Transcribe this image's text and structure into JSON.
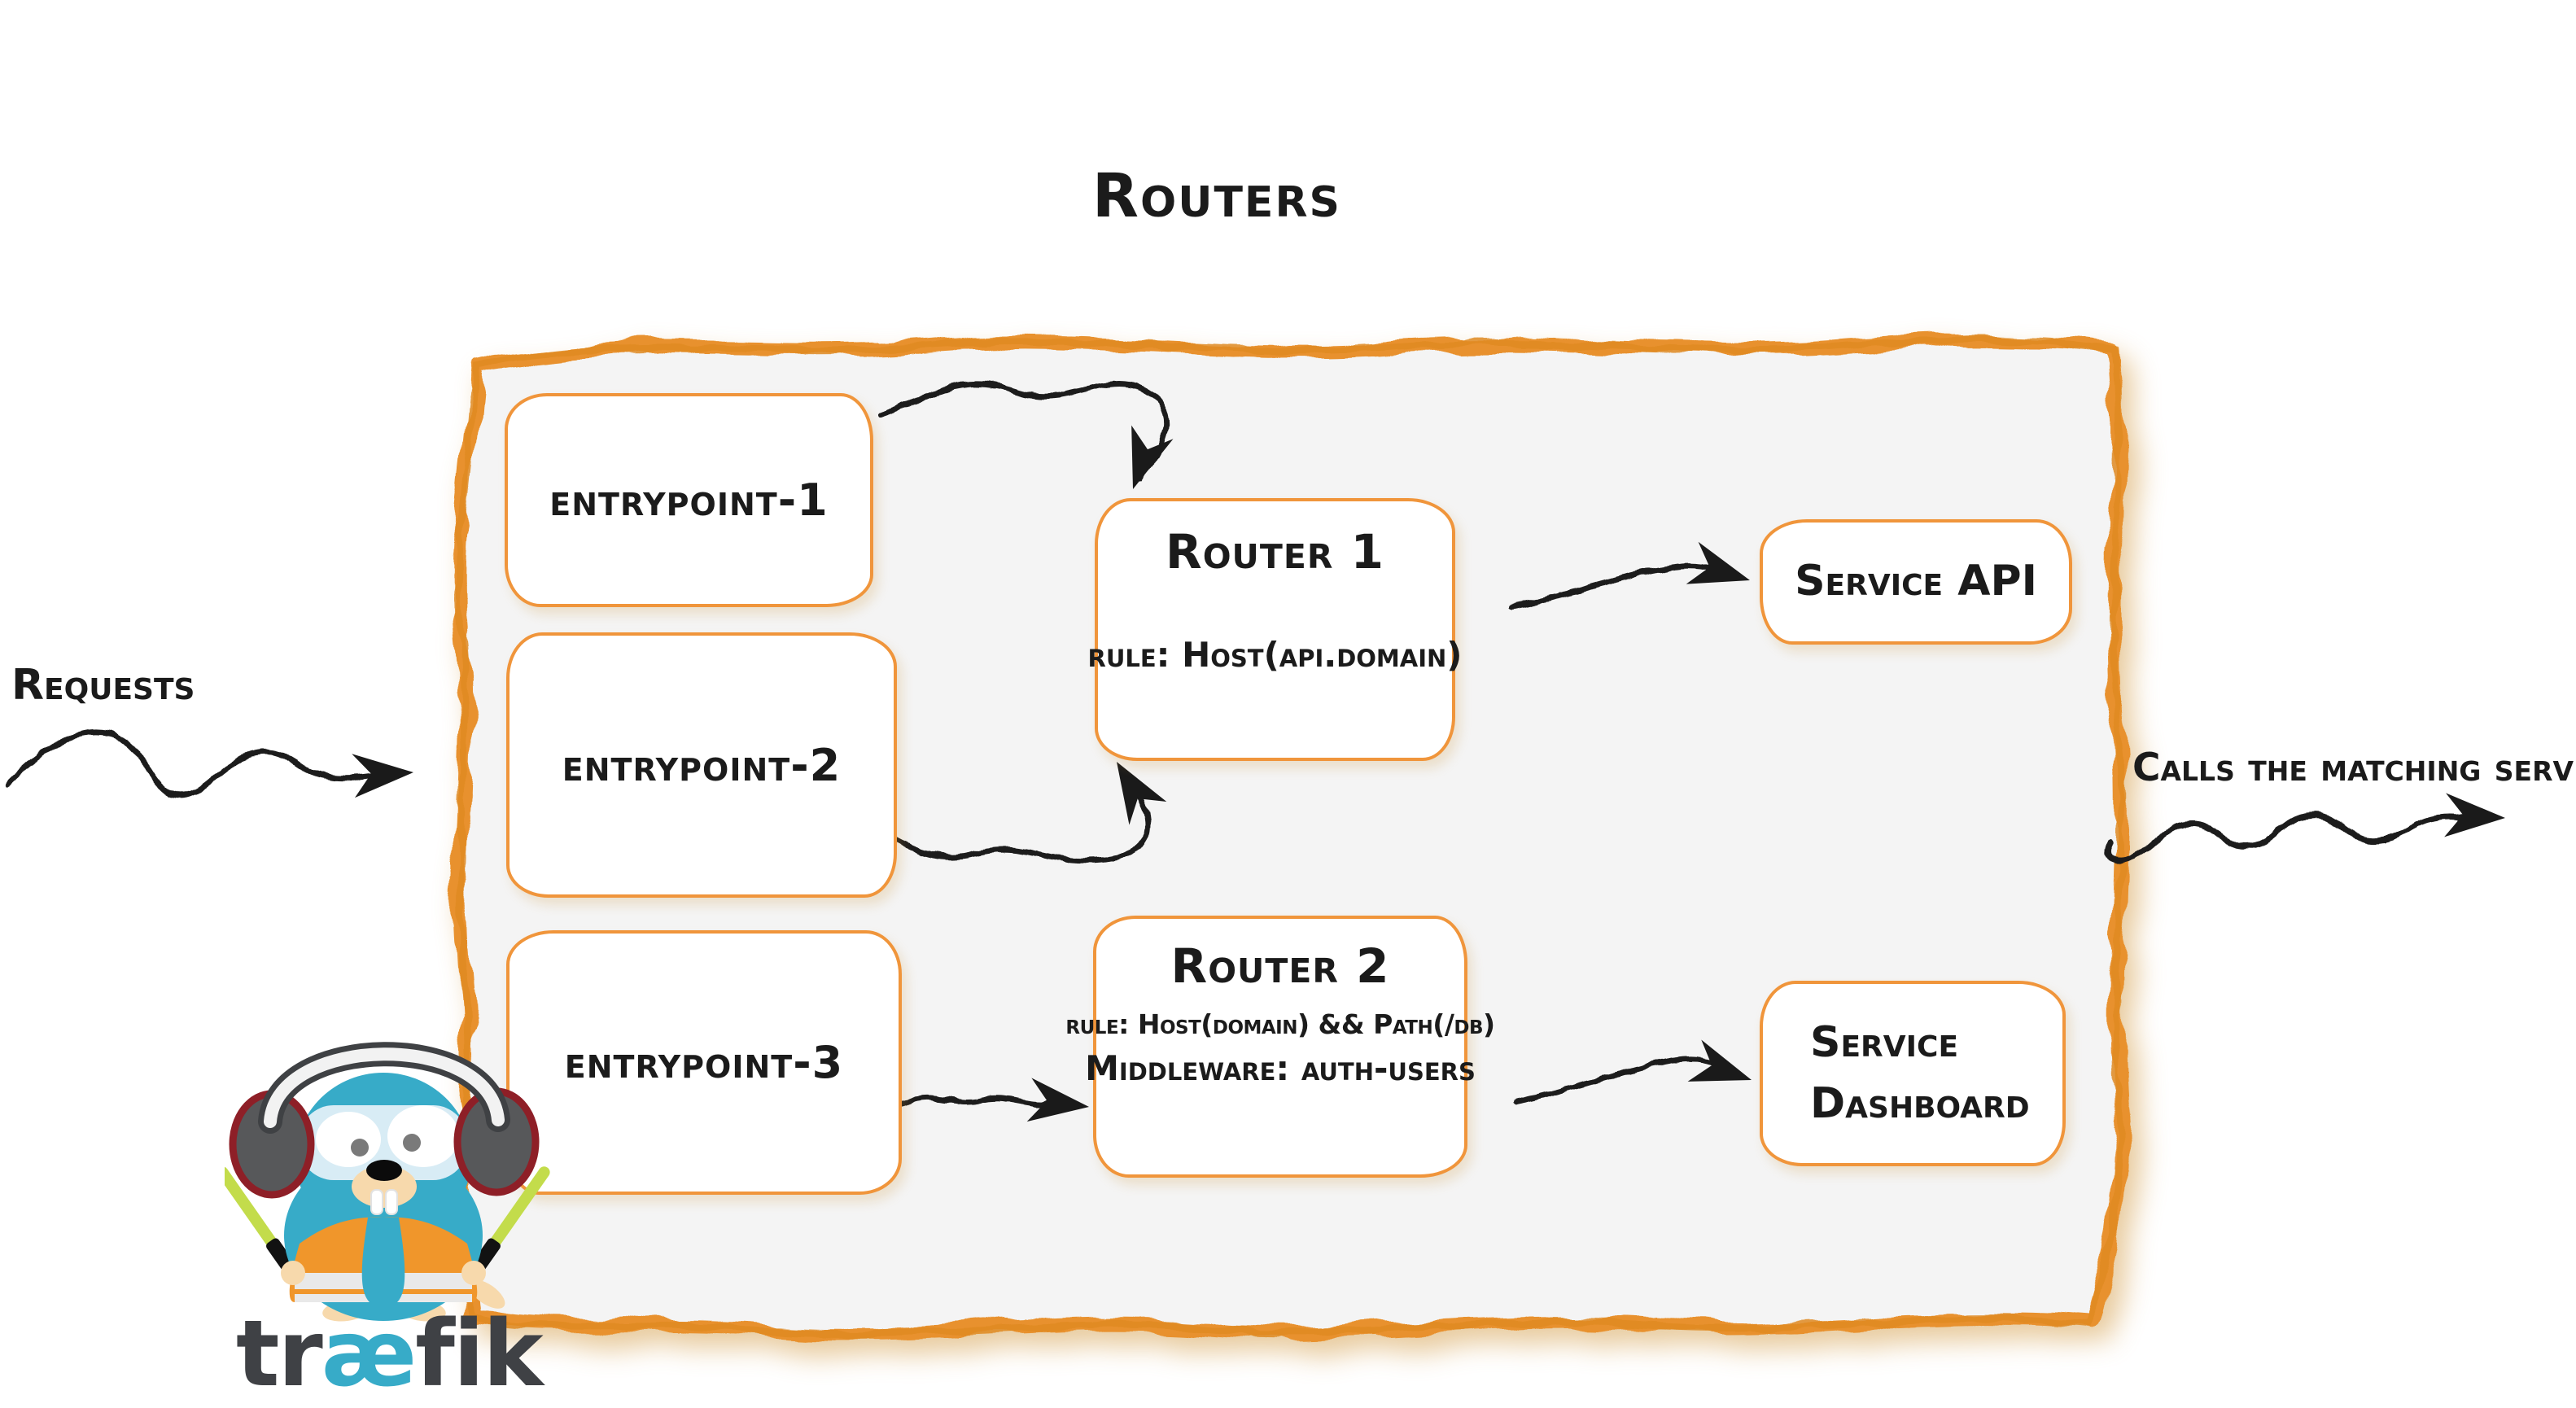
{
  "title": "Routers",
  "annotations": {
    "requests": "Requests",
    "calls_matching_server": "Calls the matching server"
  },
  "entrypoints": [
    {
      "label": "entrypoint-1"
    },
    {
      "label": "entrypoint-2"
    },
    {
      "label": "entrypoint-3"
    }
  ],
  "routers": [
    {
      "title": "Router 1",
      "rule": "rule: Host(api.domain)"
    },
    {
      "title": "Router 2",
      "rule": "rule: Host(domain) && Path(/db)",
      "middleware": "Middleware: auth-users"
    }
  ],
  "services": [
    {
      "label": "Service API"
    },
    {
      "label": "Service Dashboard"
    }
  ],
  "brand": {
    "wordmark_pre": "tr",
    "wordmark_ae": "æ",
    "wordmark_post": "fik"
  },
  "connections": [
    {
      "from": "Requests",
      "to": "entrypoints"
    },
    {
      "from": "entrypoint-1",
      "to": "Router 1"
    },
    {
      "from": "entrypoint-2",
      "to": "Router 1"
    },
    {
      "from": "entrypoint-3",
      "to": "Router 2"
    },
    {
      "from": "Router 1",
      "to": "Service API"
    },
    {
      "from": "Router 2",
      "to": "Service Dashboard"
    },
    {
      "from": "routers",
      "to": "Calls the matching server"
    }
  ],
  "colors": {
    "accent_orange": "#E8912D",
    "box_border": "#F0953B",
    "panel_fill": "#F4F4F4",
    "ink": "#1B1B1B",
    "arrow_black": "#1A1A1A",
    "brand_blue": "#37ABC8",
    "goggle_blue": "#D8ECF5",
    "vest_orange": "#F0962B",
    "stick_green": "#C3DC4B",
    "skin_beige": "#F7D9AC",
    "headphone_gray": "#57585A",
    "headphone_red": "#8E1F27",
    "wordmark_gray": "#3F4145"
  }
}
